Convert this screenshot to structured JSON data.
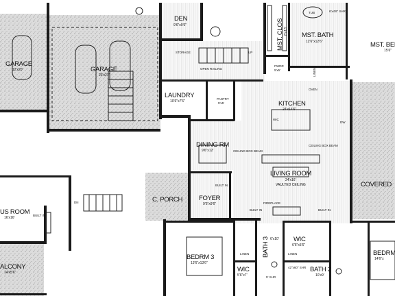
{
  "rooms": {
    "den": {
      "name": "DEN",
      "dims": "9'6\"x9'6\""
    },
    "garage_left": {
      "name": "GARAGE",
      "dims": "12'x20'"
    },
    "garage_main": {
      "name": "GARAGE",
      "dims": "23'x27'"
    },
    "storage": {
      "name": "STORAGE"
    },
    "open_railing": {
      "name": "OPEN RAILING"
    },
    "up": {
      "name": "UP"
    },
    "mst_clos": {
      "name": "MST. CLOS",
      "dims": "8'x13'"
    },
    "tub": {
      "name": "TUB"
    },
    "mst_bath": {
      "name": "MST. BATH",
      "dims": "12'6\"x12'6\""
    },
    "mst_bed": {
      "name": "MST. BED",
      "dims": "15'6\""
    },
    "shower": {
      "name": "6'x4'6\" SHR"
    },
    "pwdr": {
      "name": "PWDR",
      "dims": "5'x5'"
    },
    "linen_top": {
      "name": "LINEN"
    },
    "oven": {
      "name": "OVEN"
    },
    "laundry": {
      "name": "LAUNDRY",
      "dims": "10'6\"x7'6\""
    },
    "pantry": {
      "name": "PANTRY",
      "dims": "5'x5'"
    },
    "kitchen": {
      "name": "KITCHEN",
      "dims": "24'x14'6\""
    },
    "wic_kitchen": {
      "name": "WIC"
    },
    "dw": {
      "name": "DW"
    },
    "dining": {
      "name": "DINING RM",
      "dims": "9'6\"x12'"
    },
    "ceiling_box_beam_1": {
      "name": "CEILING BOX BEAM"
    },
    "ceiling_box_beam_2": {
      "name": "CEILING BOX BEAM"
    },
    "living": {
      "name": "LIVING ROOM",
      "dims": "24'x16'",
      "ceiling": "VAULTED CEILING"
    },
    "covered": {
      "name": "COVERED"
    },
    "c_porch": {
      "name": "C. PORCH"
    },
    "foyer": {
      "name": "FOYER",
      "dims": "9'6\"x9'6\""
    },
    "built_in_1": {
      "name": "BUILT IN"
    },
    "fireplace": {
      "name": "FIREPLACE"
    },
    "built_in_2": {
      "name": "BUILT IN"
    },
    "built_in_3": {
      "name": "BUILT IN"
    },
    "bonus_room": {
      "name": "US ROOM",
      "dims": "16'x16'"
    },
    "built_in_bonus": {
      "name": "BUILT IN"
    },
    "dn": {
      "name": "DN"
    },
    "balcony": {
      "name": "ALCONY",
      "dims": "14'x5'6\""
    },
    "bedrm3": {
      "name": "BEDRM 3",
      "dims": "13'6\"x13'6\""
    },
    "linen_1": {
      "name": "LINEN"
    },
    "linen_2": {
      "name": "LINEN"
    },
    "bath3": {
      "name": "BATH 3",
      "dims": "6'x10'"
    },
    "shr_bath3": {
      "name": "5' SHR"
    },
    "wic_left": {
      "name": "WIC",
      "dims": "5'6\"x7'"
    },
    "wic_mid": {
      "name": "WIC",
      "dims": "6'6\"x5'6\""
    },
    "shr_bath2": {
      "name": "42\"x60\" SHR"
    },
    "bath2": {
      "name": "BATH 2",
      "dims": "10'x9'"
    },
    "bedrm_right": {
      "name": "BEDRM",
      "dims": "14'6\"x"
    }
  }
}
